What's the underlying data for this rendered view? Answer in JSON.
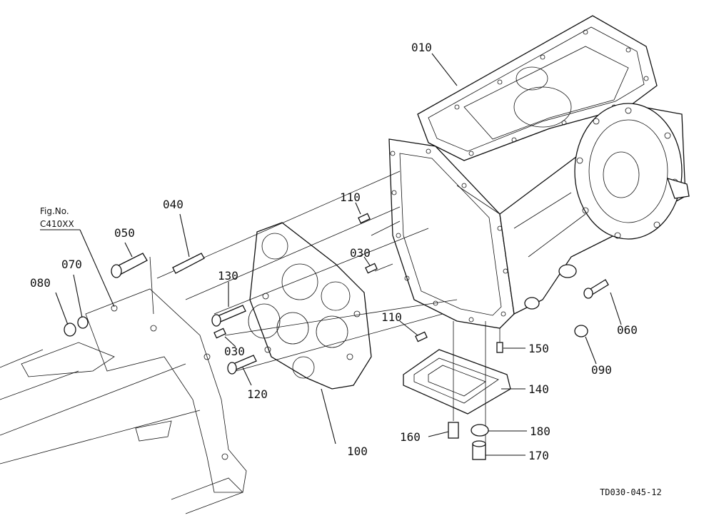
{
  "figure": {
    "ref_title": "Fig.No.",
    "ref_code": "C410XX",
    "doc_code": "TD030-045-12"
  },
  "callouts": [
    {
      "id": "010",
      "label": "010"
    },
    {
      "id": "040",
      "label": "040"
    },
    {
      "id": "050",
      "label": "050"
    },
    {
      "id": "070",
      "label": "070"
    },
    {
      "id": "080",
      "label": "080"
    },
    {
      "id": "110a",
      "label": "110"
    },
    {
      "id": "030a",
      "label": "030"
    },
    {
      "id": "130",
      "label": "130"
    },
    {
      "id": "110b",
      "label": "110"
    },
    {
      "id": "030b",
      "label": "030"
    },
    {
      "id": "120",
      "label": "120"
    },
    {
      "id": "100",
      "label": "100"
    },
    {
      "id": "150",
      "label": "150"
    },
    {
      "id": "140",
      "label": "140"
    },
    {
      "id": "160",
      "label": "160"
    },
    {
      "id": "180",
      "label": "180"
    },
    {
      "id": "170",
      "label": "170"
    },
    {
      "id": "060",
      "label": "060"
    },
    {
      "id": "090",
      "label": "090"
    }
  ]
}
